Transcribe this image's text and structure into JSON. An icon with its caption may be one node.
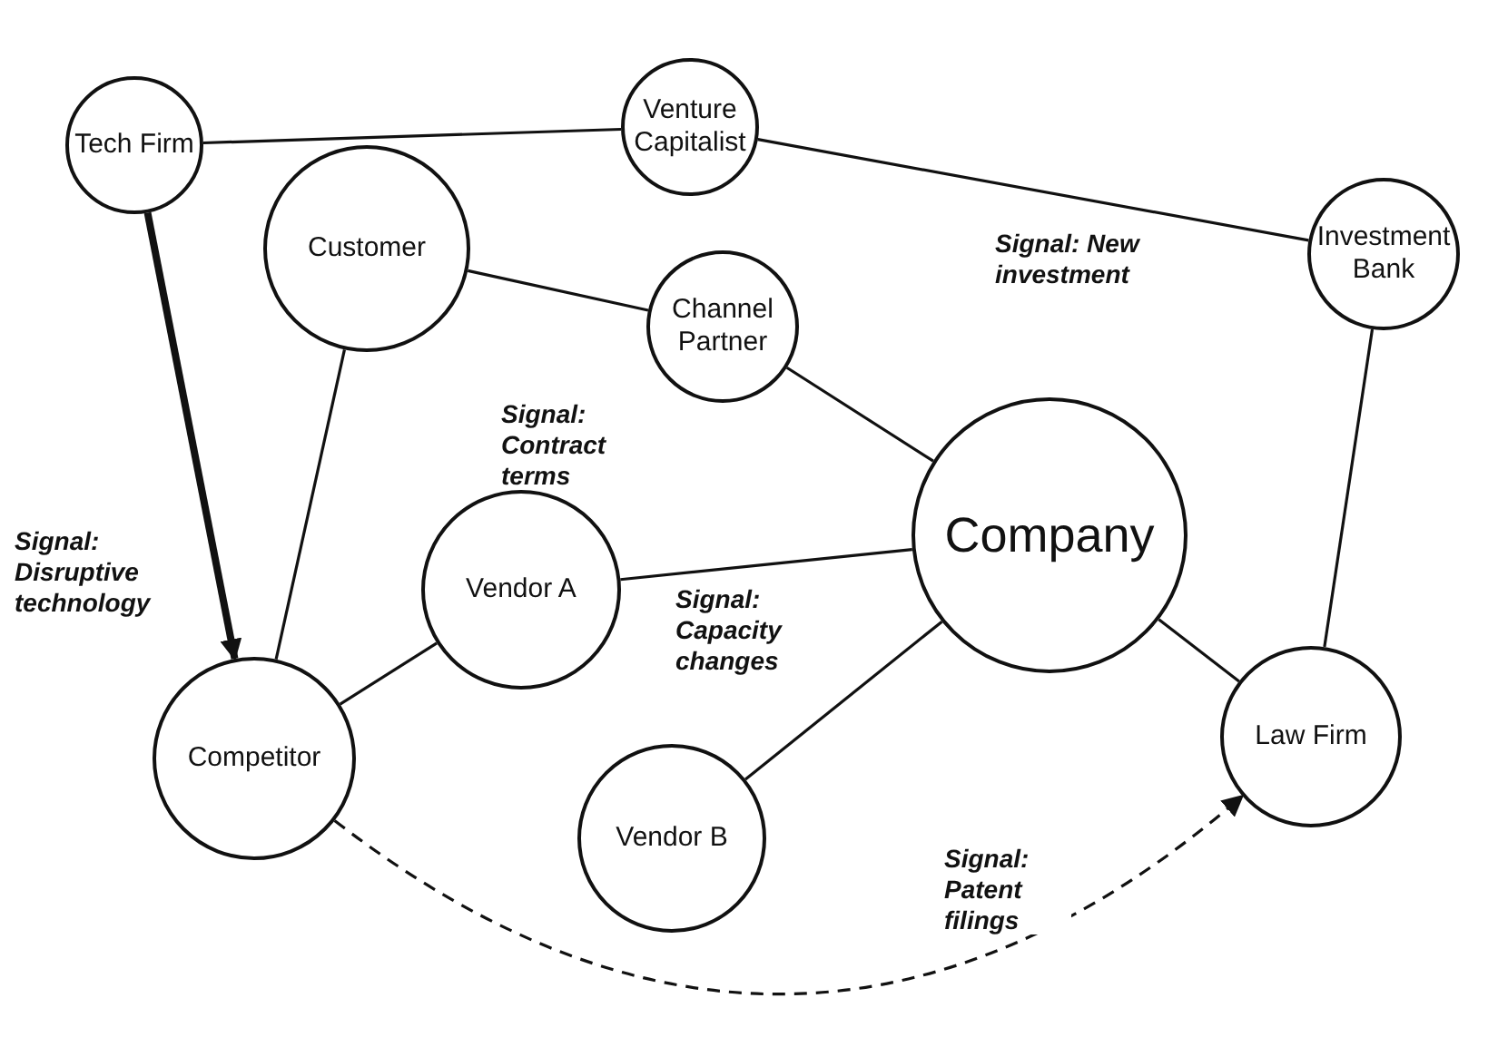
{
  "diagram": {
    "nodes": [
      {
        "text": [
          "Tech Firm"
        ]
      },
      {
        "text": [
          "Venture Capitalist"
        ]
      },
      {
        "text": [
          "Customer"
        ]
      },
      {
        "text": [
          "Channel Partner"
        ]
      },
      {
        "text": [
          "Investment Bank"
        ]
      },
      {
        "text": [
          "Company"
        ]
      },
      {
        "text": [
          "Vendor A"
        ]
      },
      {
        "text": [
          "Competitor"
        ]
      },
      {
        "text": [
          "Law Firm"
        ]
      },
      {
        "text": [
          "Vendor B"
        ]
      }
    ],
    "edges": [
      {
        "from": 0,
        "to": 1,
        "arrow": "none"
      },
      {
        "from": 1,
        "to": 4,
        "arrow": "none",
        "label": "Signal: New investment"
      },
      {
        "from": 0,
        "to": 7,
        "arrow": "to",
        "style": "thick",
        "label": "Signal: Disruptive technology"
      },
      {
        "from": 2,
        "to": 3,
        "arrow": "none",
        "label": "Signal: Contract terms"
      },
      {
        "from": 2,
        "to": 7,
        "arrow": "none"
      },
      {
        "from": 3,
        "to": 5,
        "arrow": "none"
      },
      {
        "from": 6,
        "to": 5,
        "arrow": "none",
        "label": "Signal: Capacity changes"
      },
      {
        "from": 6,
        "to": 7,
        "arrow": "none"
      },
      {
        "from": 9,
        "to": 5,
        "arrow": "none"
      },
      {
        "from": 5,
        "to": 8,
        "arrow": "none"
      },
      {
        "from": 4,
        "to": 8,
        "arrow": "none"
      },
      {
        "from": 7,
        "to": 8,
        "arrow": "to",
        "style": "dashed",
        "label": "Signal: Patent filings"
      }
    ]
  }
}
